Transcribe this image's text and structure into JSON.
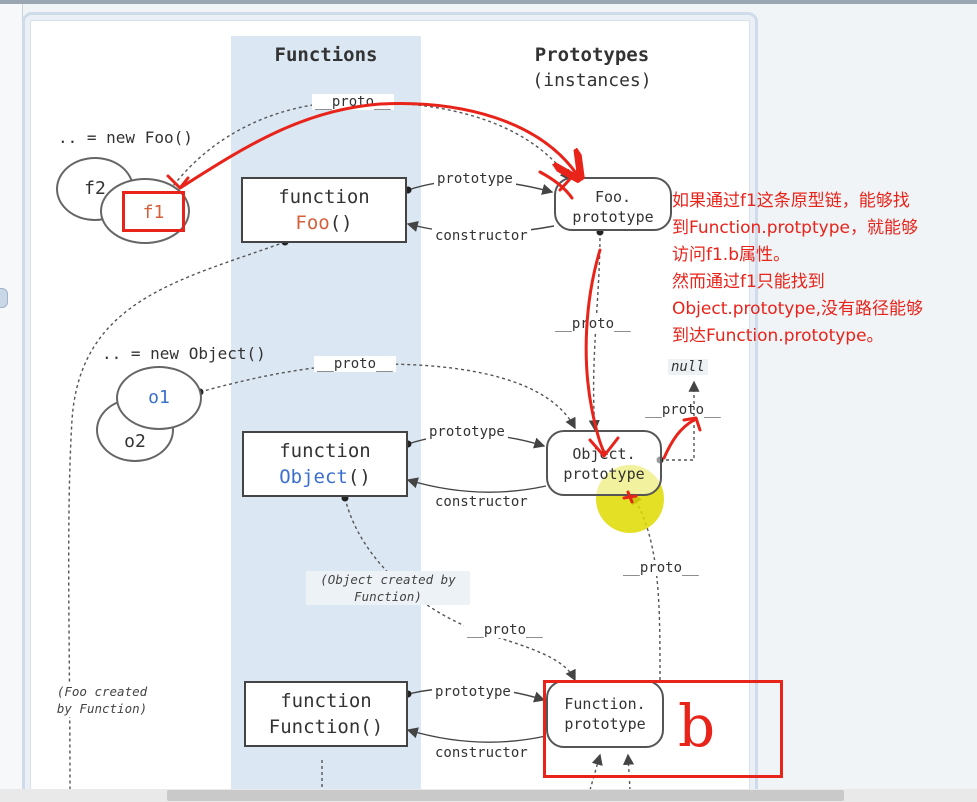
{
  "headings": {
    "functions": "Functions",
    "prototypes": "Prototypes",
    "prototypes_sub": "(instances)"
  },
  "instances": {
    "new_foo": ".. = new Foo()",
    "new_object": ".. = new Object()",
    "f1": "f1",
    "f2": "f2",
    "o1": "o1",
    "o2": "o2"
  },
  "functions": {
    "foo": {
      "keyword": "function",
      "name": "Foo",
      "parens": "()"
    },
    "object": {
      "keyword": "function",
      "name": "Object",
      "parens": "()"
    },
    "function": {
      "keyword": "function",
      "name": "Function()"
    }
  },
  "prototypes": {
    "foo": {
      "line1": "Foo.",
      "line2": "prototype"
    },
    "object": {
      "line1": "Object.",
      "line2": "prototype"
    },
    "function": {
      "line1": "Function.",
      "line2": "prototype"
    }
  },
  "edge_labels": {
    "proto": "__proto__",
    "prototype": "prototype",
    "constructor": "constructor",
    "null": "null"
  },
  "notes": {
    "object_created_line1": "(Object created by",
    "object_created_line2": "Function)",
    "foo_created_line1": "(Foo created",
    "foo_created_line2": "by Function)"
  },
  "annotation": {
    "lines": [
      "如果通过f1这条原型链，能够找",
      "到Function.protptype，就能够",
      "访问f1.b属性。",
      "然而通过f1只能找到",
      "Object.prototype,没有路径能够",
      "到达Function.prototype。"
    ],
    "handwritten_b": "b"
  },
  "colors": {
    "annotation_red": "#e8231a",
    "highlight_yellow": "#dedA00",
    "foo_name": "#d6603c",
    "object_name": "#3b6fcf",
    "o1_label": "#3b6fcf",
    "f1_label": "#d6603c"
  }
}
